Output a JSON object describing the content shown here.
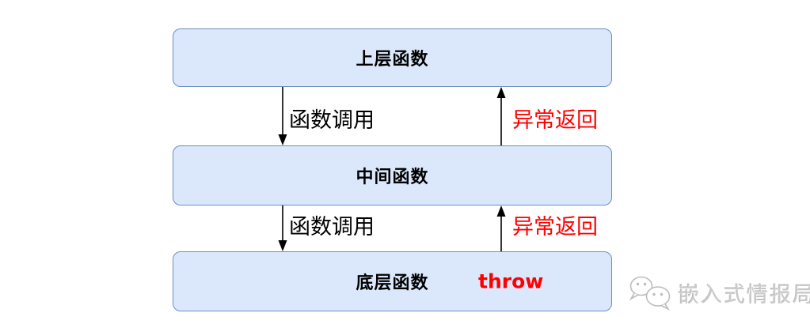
{
  "diagram": {
    "boxes": [
      {
        "id": "top",
        "label": "上层函数"
      },
      {
        "id": "middle",
        "label": "中间函数"
      },
      {
        "id": "bottom",
        "label": "底层函数",
        "annotation": "throw"
      }
    ],
    "edges": [
      {
        "from": "top",
        "to": "middle",
        "direction": "down",
        "label": "函数调用",
        "color": "#000000"
      },
      {
        "from": "middle",
        "to": "top",
        "direction": "up",
        "label": "异常返回",
        "color": "#ff0000"
      },
      {
        "from": "middle",
        "to": "bottom",
        "direction": "down",
        "label": "函数调用",
        "color": "#000000"
      },
      {
        "from": "bottom",
        "to": "middle",
        "direction": "up",
        "label": "异常返回",
        "color": "#ff0000"
      }
    ],
    "colors": {
      "box_fill": "#dbe8fc",
      "box_border": "#6c8ebf",
      "call_label": "#000000",
      "return_label": "#ff0000",
      "throw_text": "#ff0000",
      "arrow": "#000000"
    }
  },
  "watermark": {
    "icon": "wechat-icon",
    "text": "嵌入式情报局",
    "color": "#cbcbcb"
  }
}
